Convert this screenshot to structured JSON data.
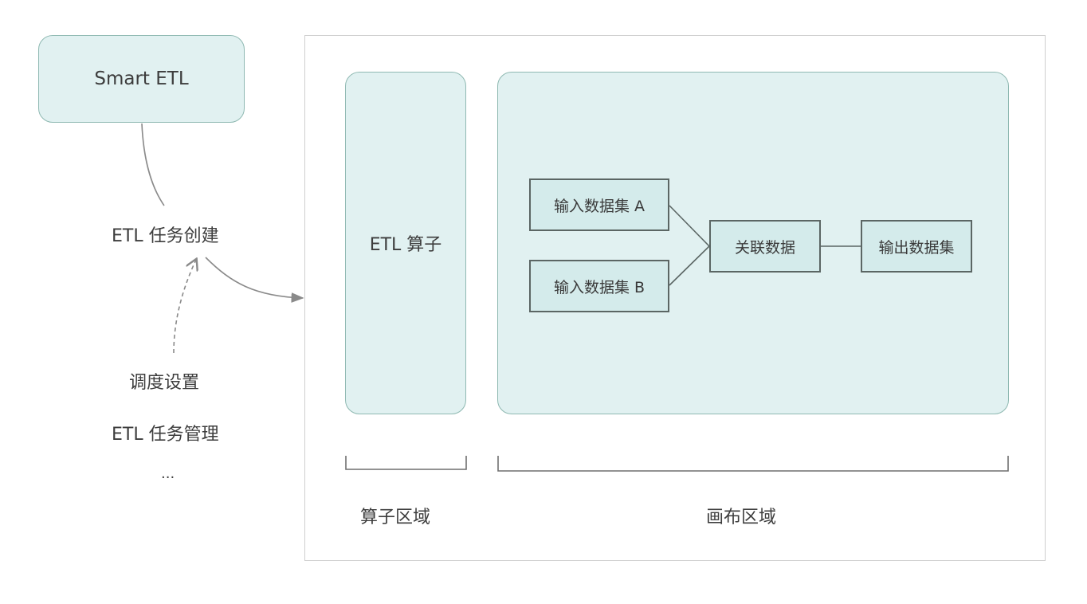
{
  "diagram": {
    "root_node": {
      "label": "Smart ETL"
    },
    "side_labels": {
      "task_create": "ETL 任务创建",
      "schedule": "调度设置",
      "task_manage": "ETL 任务管理",
      "more": "..."
    },
    "panels": {
      "operator_panel": {
        "label": "ETL 算子"
      },
      "canvas_panel": {
        "nodes": {
          "input_a": "输入数据集 A",
          "input_b": "输入数据集 B",
          "join": "关联数据",
          "output": "输出数据集"
        }
      }
    },
    "region_labels": {
      "operator_region": "算子区域",
      "canvas_region": "画布区域"
    },
    "colors": {
      "panel_fill": "#e1f1f1",
      "panel_border": "#8fb9b2",
      "node_fill": "#d4ebeb",
      "node_border": "#5b6664",
      "connector": "#8a8a8a"
    }
  }
}
